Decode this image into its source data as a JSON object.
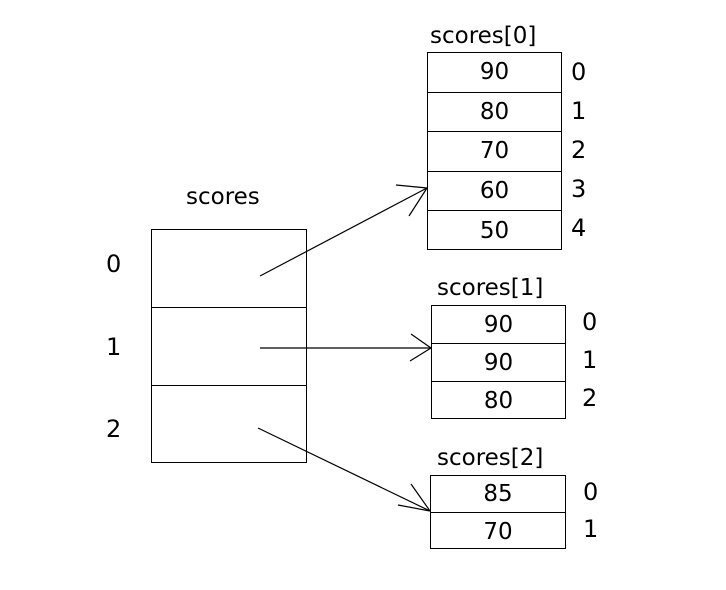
{
  "diagram": {
    "title_main": "scores",
    "background_color": "#ffffff",
    "line_color": "#000000",
    "text_color": "#000000"
  },
  "main_array": {
    "label": "scores",
    "indices": [
      "0",
      "1",
      "2"
    ],
    "cells": [
      "",
      "",
      ""
    ]
  },
  "sub_arrays": [
    {
      "label": "scores[0]",
      "values": [
        "90",
        "80",
        "70",
        "60",
        "50"
      ],
      "indices": [
        "0",
        "1",
        "2",
        "3",
        "4"
      ]
    },
    {
      "label": "scores[1]",
      "values": [
        "90",
        "90",
        "80"
      ],
      "indices": [
        "0",
        "1",
        "2"
      ]
    },
    {
      "label": "scores[2]",
      "values": [
        "85",
        "70"
      ],
      "indices": [
        "0",
        "1"
      ]
    }
  ],
  "arrows": [
    {
      "name": "arrow-scores-0",
      "from_cell": "0",
      "to_array": "scores[0]"
    },
    {
      "name": "arrow-scores-1",
      "from_cell": "1",
      "to_array": "scores[1]"
    },
    {
      "name": "arrow-scores-2",
      "from_cell": "2",
      "to_array": "scores[2]"
    }
  ]
}
